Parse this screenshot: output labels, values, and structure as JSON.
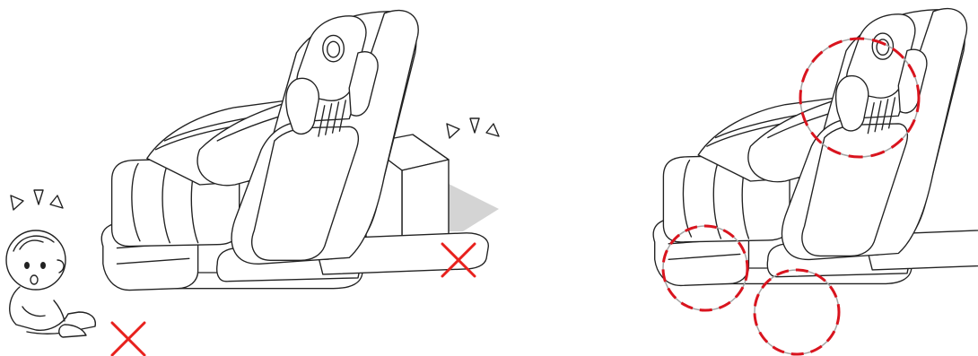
{
  "panels": {
    "left": {
      "icons": [
        "massage-chair-illustration",
        "baby-icon",
        "box-obstacle-icon",
        "warning-marks-icon",
        "prohibited-x-icon"
      ]
    },
    "right": {
      "icons": [
        "massage-chair-illustration",
        "caution-circle-marker"
      ]
    }
  },
  "colors": {
    "line": "#222222",
    "prohibited": "#e8211d",
    "caution_circle_red": "#d9141e",
    "caution_circle_gray": "#a5a5a5",
    "shadow": "#d4d4d4"
  }
}
